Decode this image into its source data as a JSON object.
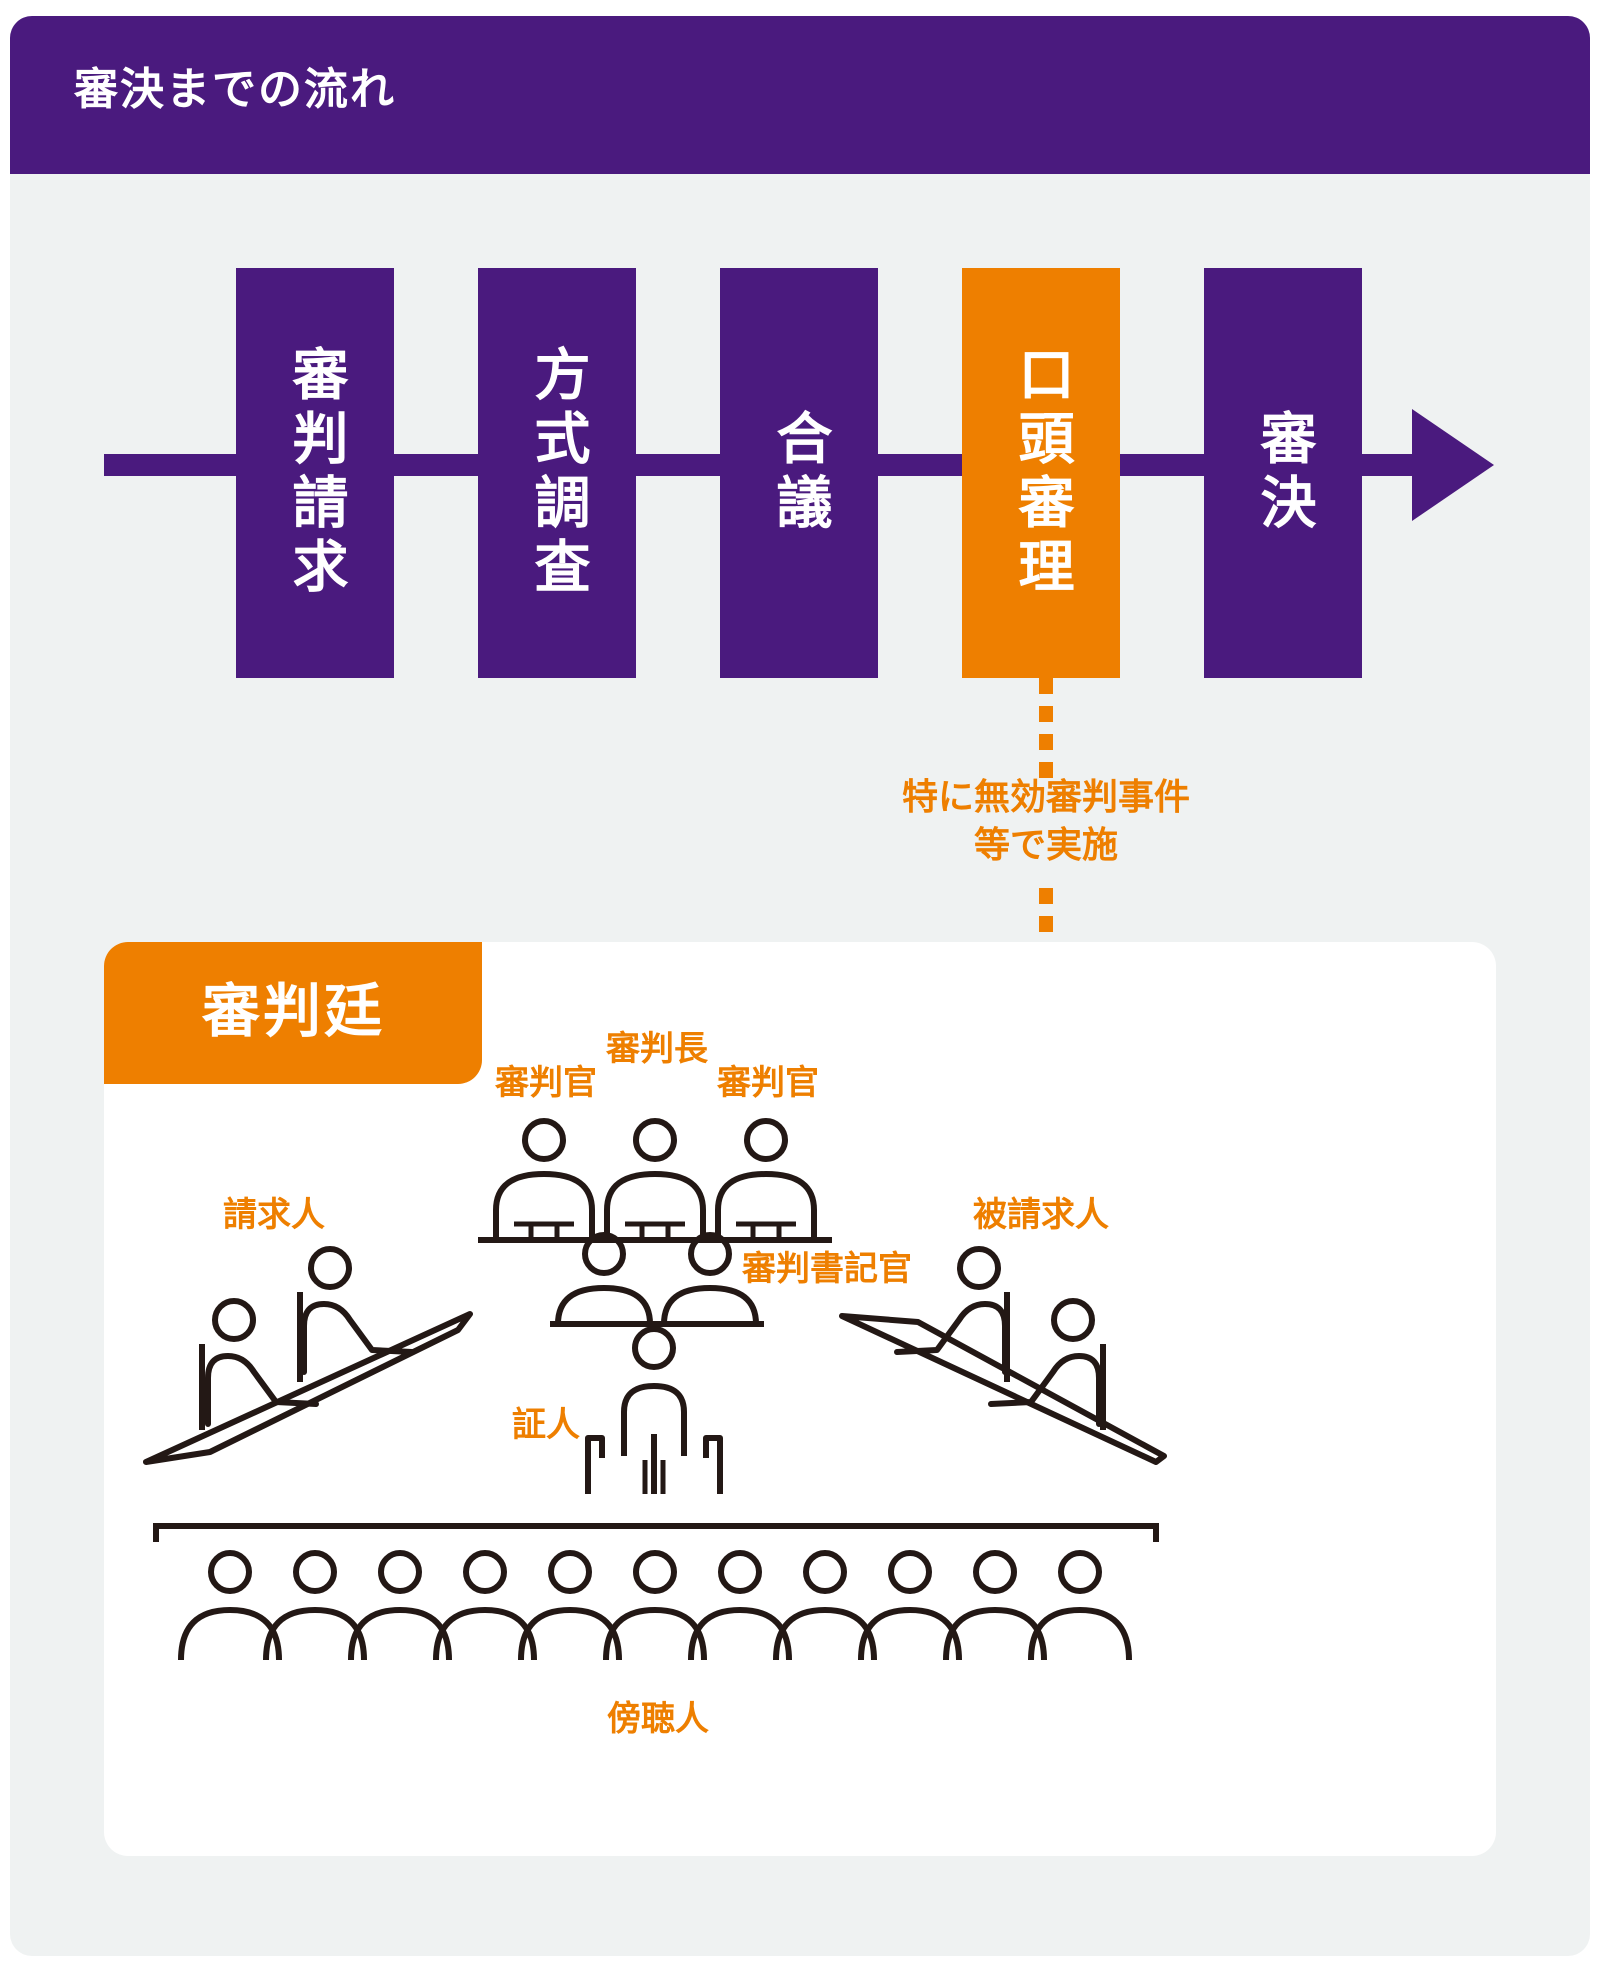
{
  "header": {
    "title": "審決までの流れ"
  },
  "flow": {
    "steps": [
      {
        "label": "審判請求",
        "highlight": false
      },
      {
        "label": "方式調査",
        "highlight": false
      },
      {
        "label": "合議",
        "highlight": false
      },
      {
        "label": "口頭審理",
        "highlight": true
      },
      {
        "label": "審決",
        "highlight": false
      }
    ],
    "note_line1": "特に無効審判事件",
    "note_line2": "等で実施"
  },
  "court": {
    "title": "審判廷",
    "roles": {
      "chief_judge": "審判長",
      "judge_left": "審判官",
      "judge_right": "審判官",
      "clerk": "審判書記官",
      "demandant": "請求人",
      "demandee": "被請求人",
      "witness": "証人",
      "audience": "傍聴人"
    }
  },
  "colors": {
    "purple": "#4a1a7e",
    "orange": "#ee7f00",
    "panel": "#eff2f2",
    "ink": "#231815"
  }
}
